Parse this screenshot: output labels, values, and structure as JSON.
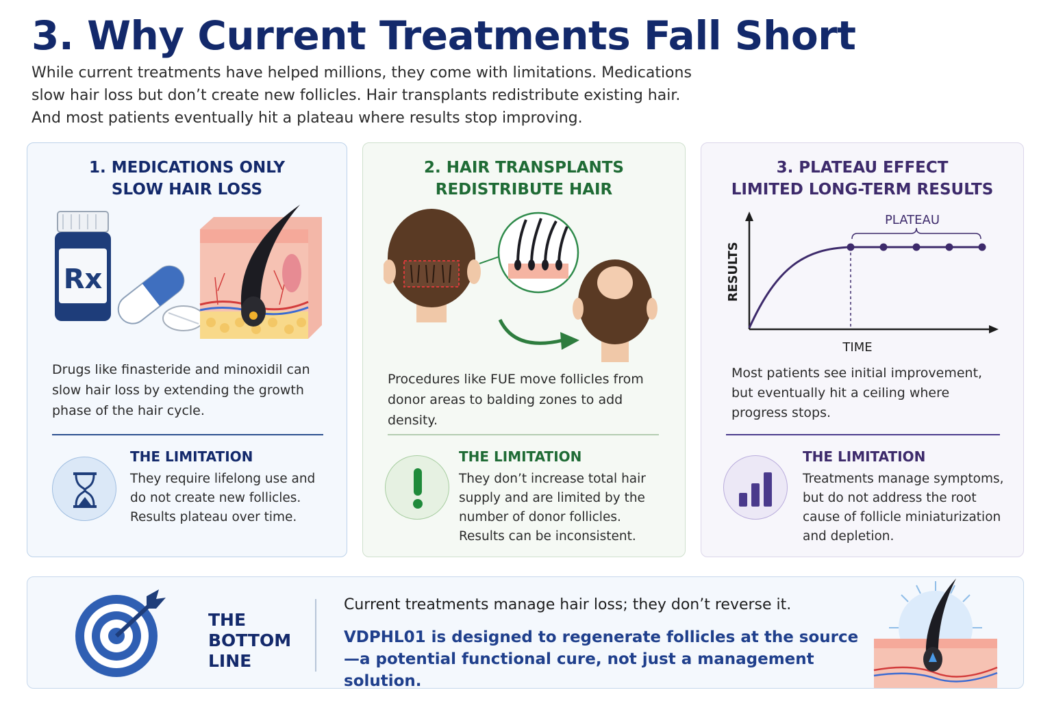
{
  "header": {
    "title": "3. Why Current Treatments Fall Short",
    "intro": "While current treatments have helped millions, they come with limitations. Medications slow hair loss but don’t create new follicles. Hair transplants redistribute existing hair. And most patients eventually hit a plateau where results stop improving."
  },
  "cards": [
    {
      "title_line1": "1. MEDICATIONS ONLY",
      "title_line2": "SLOW HAIR LOSS",
      "pill_label": "Rx",
      "description": "Drugs like finasteride and minoxidil can slow hair loss by extending the growth phase of the hair cycle.",
      "limitation_heading": "THE LIMITATION",
      "limitation_text": "They require lifelong use and do not create new follicles. Results plateau over time.",
      "icon": "hourglass-icon",
      "accent": "#1f3f8c"
    },
    {
      "title_line1": "2. HAIR TRANSPLANTS",
      "title_line2": "REDISTRIBUTE HAIR",
      "description": "Procedures like FUE move follicles from donor areas to balding zones to add density.",
      "limitation_heading": "THE LIMITATION",
      "limitation_text": "They don’t increase total hair supply and are limited by the number of donor follicles. Results can be inconsistent.",
      "icon": "exclamation-icon",
      "accent": "#1f8a3a"
    },
    {
      "title_line1": "3. PLATEAU EFFECT",
      "title_line2": "LIMITED LONG-TERM RESULTS",
      "chart": {
        "plateau_label": "PLATEAU",
        "y_label": "RESULTS",
        "x_label": "TIME"
      },
      "description": "Most patients see initial improvement, but eventually hit a ceiling where progress stops.",
      "limitation_heading": "THE LIMITATION",
      "limitation_text": "Treatments manage symptoms, but do not address the root cause of follicle miniaturization and depletion.",
      "icon": "bar-chart-icon",
      "accent": "#4a3a8c"
    }
  ],
  "bottom_line": {
    "heading": "THE BOTTOM LINE",
    "line1": "Current treatments manage hair loss; they don’t reverse it.",
    "line2": "VDPHL01 is designed to regenerate follicles at the source—a potential functional cure, not just a management solution.",
    "icon": "target-icon"
  }
}
